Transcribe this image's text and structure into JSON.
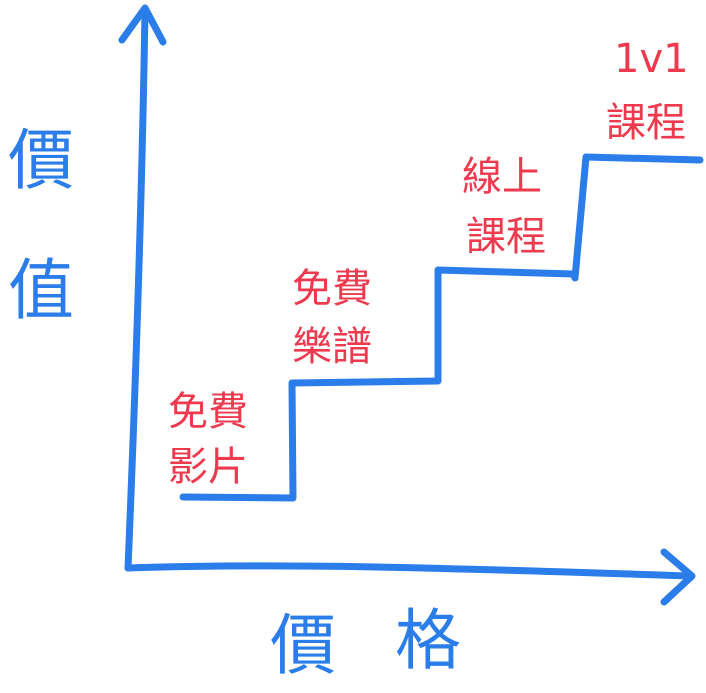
{
  "colors": {
    "axis": "#2b7de9",
    "labels": "#ee3a4e"
  },
  "axes": {
    "y_label": [
      "價",
      "值"
    ],
    "x_label": [
      "價",
      "格"
    ]
  },
  "steps": [
    {
      "lines": [
        "免費",
        "影片"
      ]
    },
    {
      "lines": [
        "免費",
        "樂譜"
      ]
    },
    {
      "lines": [
        "線上",
        "課程"
      ]
    },
    {
      "lines": [
        "1v1",
        "課程"
      ]
    }
  ]
}
